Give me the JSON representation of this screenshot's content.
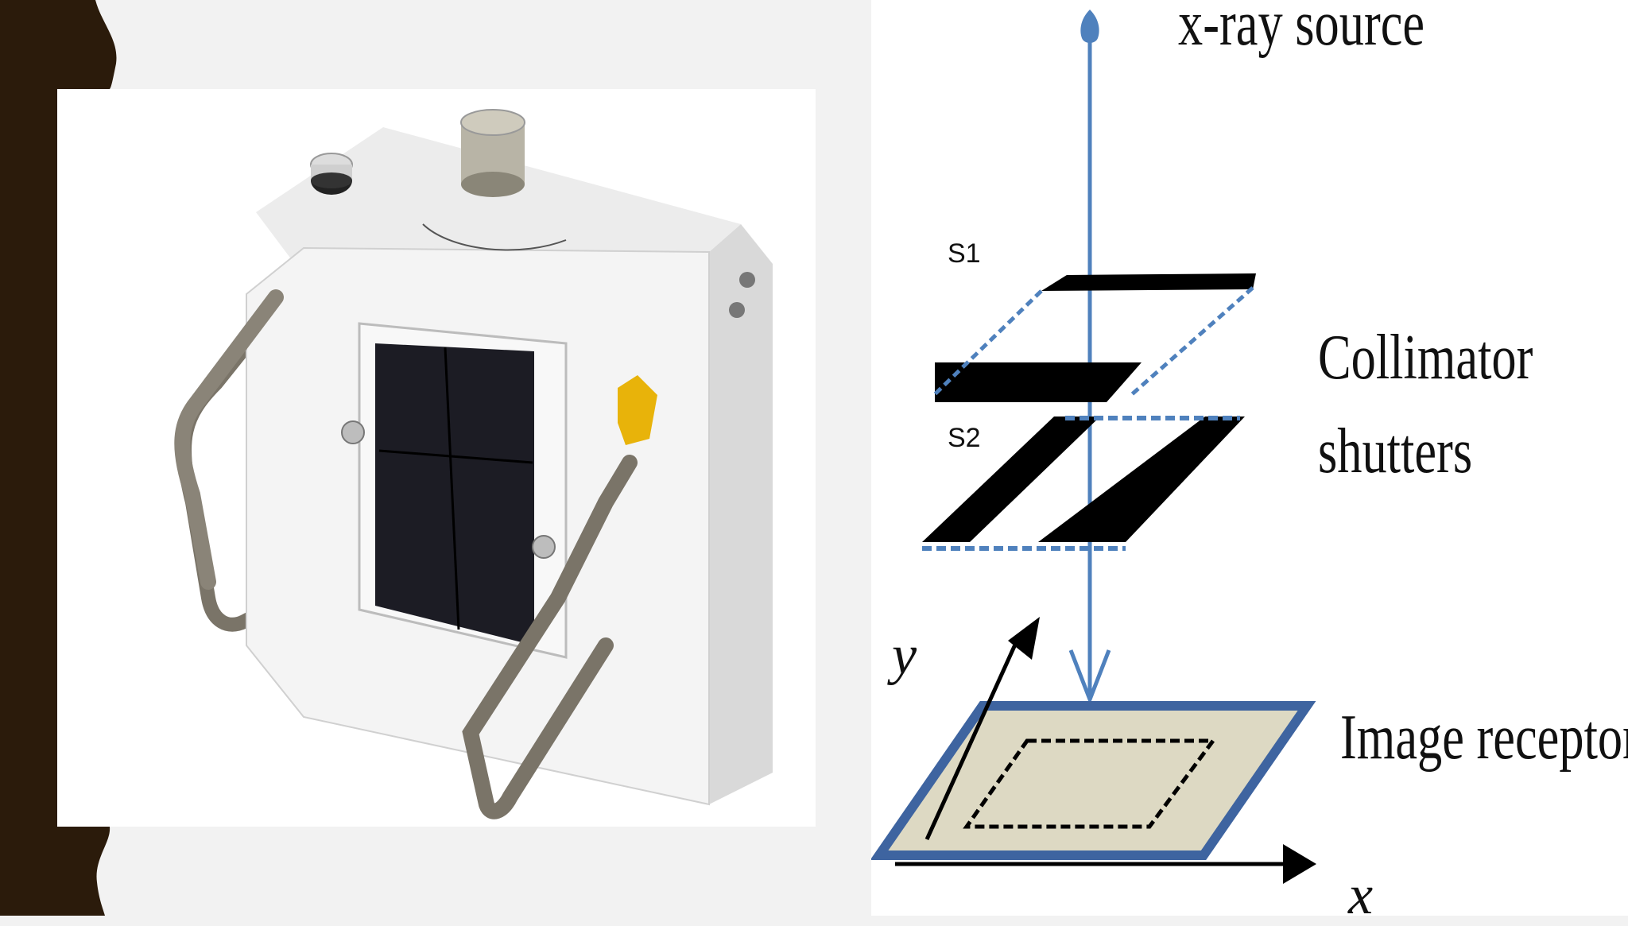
{
  "diagram": {
    "source_label": "x-ray source",
    "shutter1_label": "S1",
    "shutter2_label": "S2",
    "collimator_line1": "Collimator",
    "collimator_line2": "shutters",
    "receptor_label": "Image receptor",
    "axis_y_label": "y",
    "axis_x_label": "x"
  },
  "colors": {
    "band": "#2b1b0b",
    "beam": "#4f81bd",
    "shutter": "#000000",
    "receptor_fill": "#ddd9c3",
    "receptor_border": "#3e64a0",
    "device_body": "#f4f4f4"
  },
  "photo": {
    "subject": "x-ray collimator device"
  }
}
